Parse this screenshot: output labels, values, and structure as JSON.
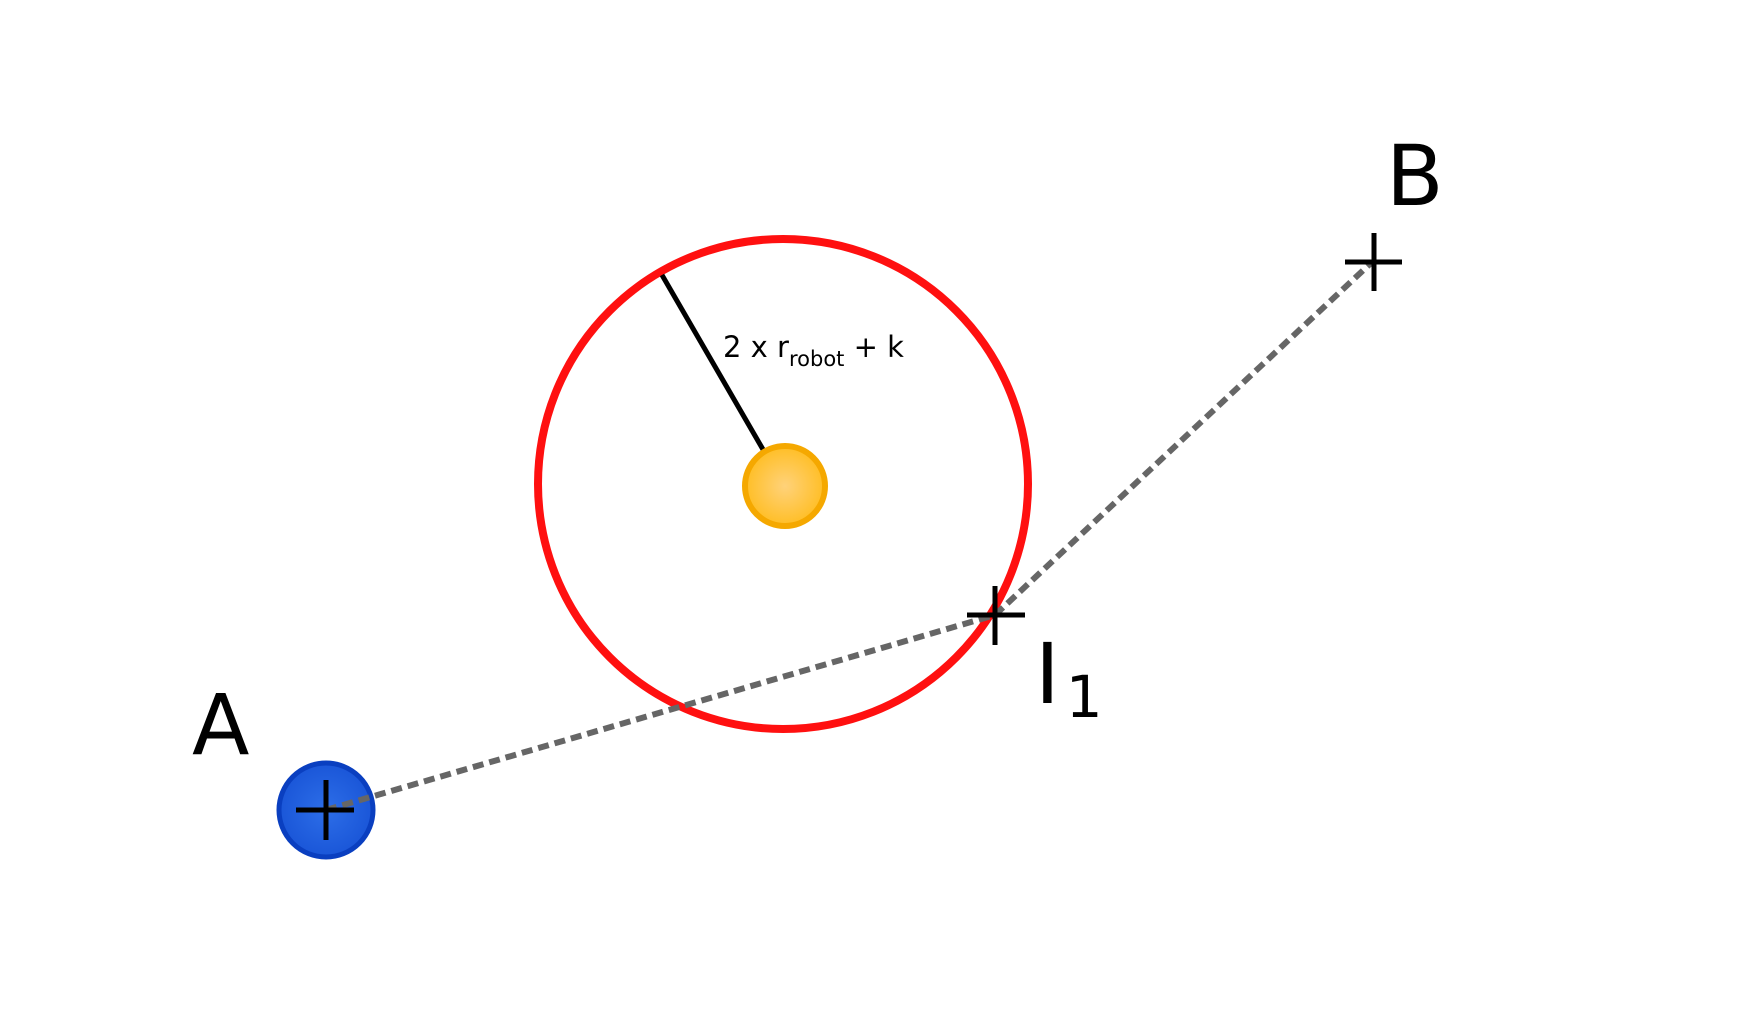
{
  "labels": {
    "point_a": "A",
    "point_b": "B",
    "intersection_main": "I",
    "intersection_sub": "1",
    "radius_prefix": "2 x r",
    "radius_sub": "robot",
    "radius_suffix": " + k"
  },
  "colors": {
    "background": "#ffffff",
    "safety_circle": "#ff1010",
    "obstacle_fill": "#ffc02a",
    "obstacle_ring": "#f5a800",
    "robot_fill": "#1f5fe0",
    "robot_ring": "#0a3fc0",
    "path": "#666666",
    "marker": "#000000"
  },
  "icons": {
    "robot": "blue-disc-robot-icon",
    "obstacle": "orange-disc-obstacle-icon",
    "marker": "plus-cross-marker-icon"
  }
}
